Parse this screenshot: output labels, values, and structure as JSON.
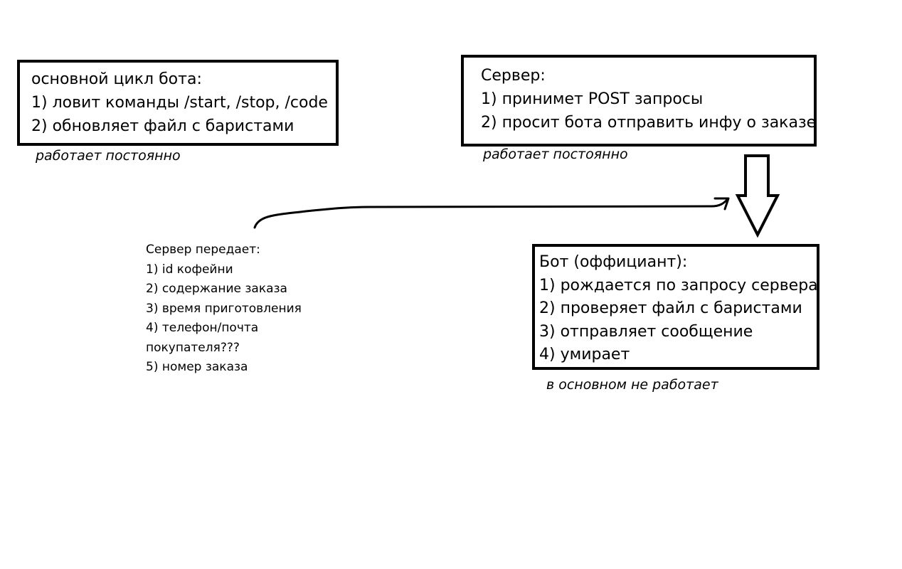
{
  "bot_loop": {
    "title": "основной цикл бота:",
    "items": [
      "1) ловит команды /start, /stop, /code",
      "2) обновляет файл с баристами"
    ],
    "caption": "работает постоянно"
  },
  "server": {
    "title": "Сервер:",
    "items": [
      "1) принимет POST запросы",
      "2) просит бота отправить инфу о заказе"
    ],
    "caption": "работает постоянно"
  },
  "waiter_bot": {
    "title": "Бот (оффициант):",
    "items": [
      "1) рождается по запросу сервера",
      "2) проверяет файл с баристами",
      "3) отправляет сообщение",
      "4) умирает"
    ],
    "caption": "в основном не работает"
  },
  "server_payload": {
    "title": "Сервер передает:",
    "items": [
      "1) id кофейни",
      "2) содержание заказа",
      "3) время приготовления",
      "4) телефон/почта",
      "покупателя???",
      "5) номер заказа"
    ]
  }
}
